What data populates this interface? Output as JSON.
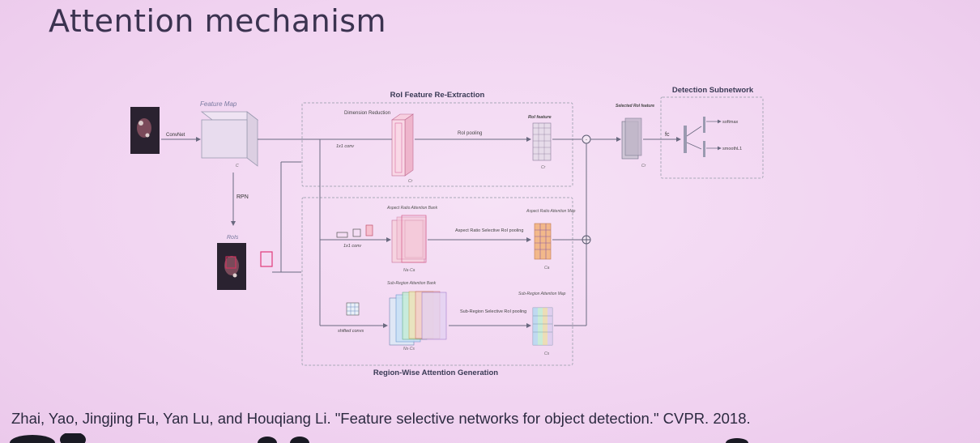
{
  "slide": {
    "title": "Attention mechanism",
    "citation": "Zhai, Yao, Jingjing Fu, Yan Lu, and Houqiang Li. \"Feature selective networks for object detection.\" CVPR. 2018."
  },
  "diagram": {
    "top_section_title": "RoI Feature Re-Extraction",
    "bottom_section_title": "Region-Wise Attention Generation",
    "detection_title": "Detection Subnetwork",
    "feature_map_label": "Feature Map",
    "convnet_label": "ConvNet",
    "rpn_label": "RPN",
    "rois_label": "RoIs",
    "c_label": "C",
    "dim_reduction_label": "Dimension Reduction",
    "conv1x1_label": "1x1 conv",
    "roi_pooling_label": "RoI pooling",
    "roi_feature_label": "RoI feature",
    "cr_label": "Cr",
    "selected_roi_feature_label": "Selected RoI feature",
    "fc_label": "fc",
    "softmax_label": "softmax",
    "smoothl1_label": "smoothL1",
    "aspect_bank_label": "Aspect Ratio Attention Bank",
    "aspect_selective_label": "Aspect Ratio Selective RoI pooling",
    "aspect_map_label": "Aspect Ratio Attention Map",
    "naca_label": "Na·Ca",
    "ca_label": "Ca",
    "subregion_bank_label": "Sub-Region Attention Bank",
    "subregion_selective_label": "Sub-Region Selective RoI pooling",
    "subregion_map_label": "Sub-Region Attention Map",
    "shifted_conv_label": "shifted convs",
    "nscs_label": "Ns·Cs",
    "cs_label": "Cs"
  }
}
